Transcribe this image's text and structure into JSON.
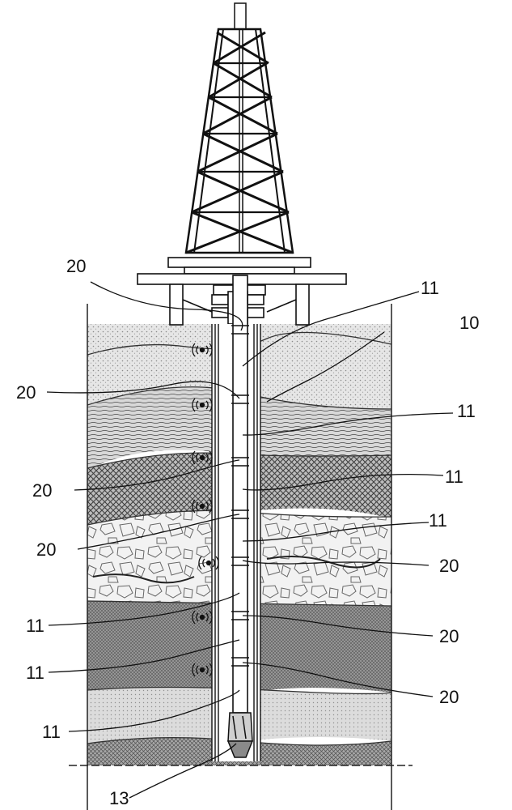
{
  "figure": {
    "labels": [
      {
        "id": "l20a",
        "text": "20"
      },
      {
        "id": "l11a",
        "text": "11"
      },
      {
        "id": "l10",
        "text": "10"
      },
      {
        "id": "l20b",
        "text": "20"
      },
      {
        "id": "l11b",
        "text": "11"
      },
      {
        "id": "l20c",
        "text": "20"
      },
      {
        "id": "l11c",
        "text": "11"
      },
      {
        "id": "l20d",
        "text": "20"
      },
      {
        "id": "l11d",
        "text": "11"
      },
      {
        "id": "l20e",
        "text": "20"
      },
      {
        "id": "l11e",
        "text": "11"
      },
      {
        "id": "l20f",
        "text": "20"
      },
      {
        "id": "l11f",
        "text": "11"
      },
      {
        "id": "l20g",
        "text": "20"
      },
      {
        "id": "l11g",
        "text": "11"
      },
      {
        "id": "l13",
        "text": "13"
      }
    ]
  }
}
